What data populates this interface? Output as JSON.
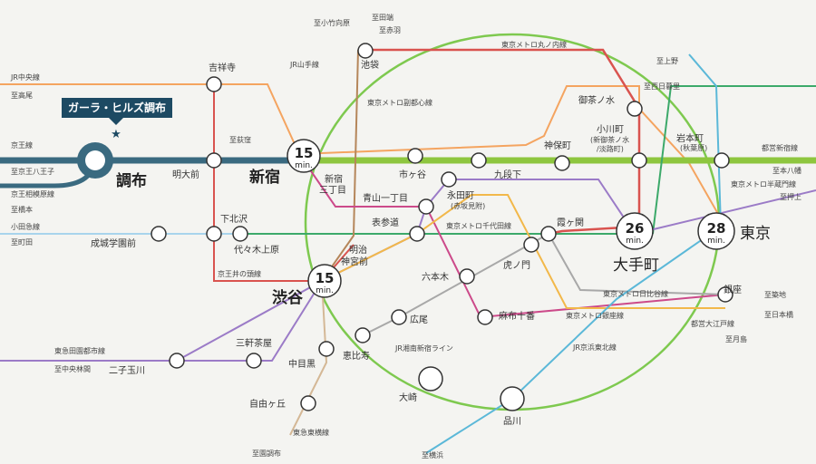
{
  "colors": {
    "keio": "#3a6a80",
    "jr_chuo": "#f4a460",
    "chuo_main_band": "#8ec63f",
    "yamanote": "#7ec94f",
    "saikyo": "#7ac3e0",
    "marunouchi": "#d9534f",
    "fukutoshin": "#b5865a",
    "chiyoda": "#3ca96a",
    "hanzomon": "#9b7bc7",
    "oedo": "#cc4a8a",
    "ginza": "#f2b84a",
    "hibiya": "#a8a8a8",
    "inokashira": "#a8d4ec",
    "shonan": "#9b7bc7",
    "callout": "#1d4a63"
  },
  "labels": {
    "callout": "ガーラ・ヒルズ調布",
    "chofu": "調布",
    "shinjuku": "新宿",
    "shibuya": "渋谷",
    "otemachi": "大手町",
    "tokyo": "東京",
    "min": "min.",
    "t15a": "15",
    "t15b": "15",
    "t26": "26",
    "t28": "28",
    "jr_chuo": "JR中央線",
    "to_takao": "至高尾",
    "keio_line": "京王線",
    "to_hachioji": "至京王八王子",
    "keio_sagamihara": "京王相模原線",
    "to_hashimoto": "至橋本",
    "odakyu": "小田急線",
    "to_machida": "至町田",
    "to_ogikubo": "至荻窪",
    "kichijoji": "吉祥寺",
    "meidaimae": "明大前",
    "shimokitazawa": "下北沢",
    "yoyogi_uehara": "代々木上原",
    "seijo": "成城学園前",
    "keio_inokashira": "京王井の頭線",
    "to_komukaihara": "至小竹向原",
    "to_tabata": "至田端",
    "to_akabane": "至赤羽",
    "ikebukuro": "池袋",
    "jr_yamanote": "JR山手線",
    "marunouchi": "東京メトロ丸ノ内線",
    "fukutoshin": "東京メトロ副都心線",
    "to_ueno": "至上野",
    "to_nishinippori": "至西日暮里",
    "ochanomizu": "御茶ノ水",
    "ogawamachi": "小川町",
    "ogawamachi_sub1": "(新御茶ノ水",
    "ogawamachi_sub2": "/淡路町)",
    "iwamotocho": "岩本町",
    "iwamotocho_sub": "(秋葉原)",
    "toei_shinjuku": "都営新宿線",
    "to_motoyawata": "至本八幡",
    "hanzomon": "東京メトロ半蔵門線",
    "to_oshiage": "至押上",
    "shinjuku_sanchome1": "新宿",
    "shinjuku_sanchome2": "三丁目",
    "ichigaya": "市ヶ谷",
    "kudanshita": "九段下",
    "jimbocho": "神保町",
    "aoyama": "青山一丁目",
    "nagatacho": "永田町",
    "nagatacho_sub": "(赤坂見附)",
    "omotesando": "表参道",
    "chiyoda": "東京メトロ千代田線",
    "kasumigaseki": "霞ヶ関",
    "meiji1": "明治",
    "meiji2": "神宮前",
    "toranomon": "虎ノ門",
    "roppongi": "六本木",
    "hibiya": "東京メトロ日比谷線",
    "ginza_line": "東京メトロ銀座線",
    "ginza": "銀座",
    "to_tsukiji": "至築地",
    "to_nihombashi": "至日本橋",
    "oedo": "都営大江戸線",
    "to_tsukishima": "至月島",
    "hiroo": "広尾",
    "azabu": "麻布十番",
    "keihin": "JR京浜東北線",
    "shonan": "JR湘南新宿ライン",
    "toyoko": "東急田園都市線",
    "to_chuorinkan": "至中央林間",
    "futako": "二子玉川",
    "sangenjaya": "三軒茶屋",
    "nakameguro": "中目黒",
    "ebisu": "恵比寿",
    "jiyugaoka": "自由ヶ丘",
    "toyoko_line": "東急東横線",
    "to_denenchofu": "至園調布",
    "osaki": "大崎",
    "shinagawa": "品川",
    "to_yokohama": "至横浜"
  }
}
